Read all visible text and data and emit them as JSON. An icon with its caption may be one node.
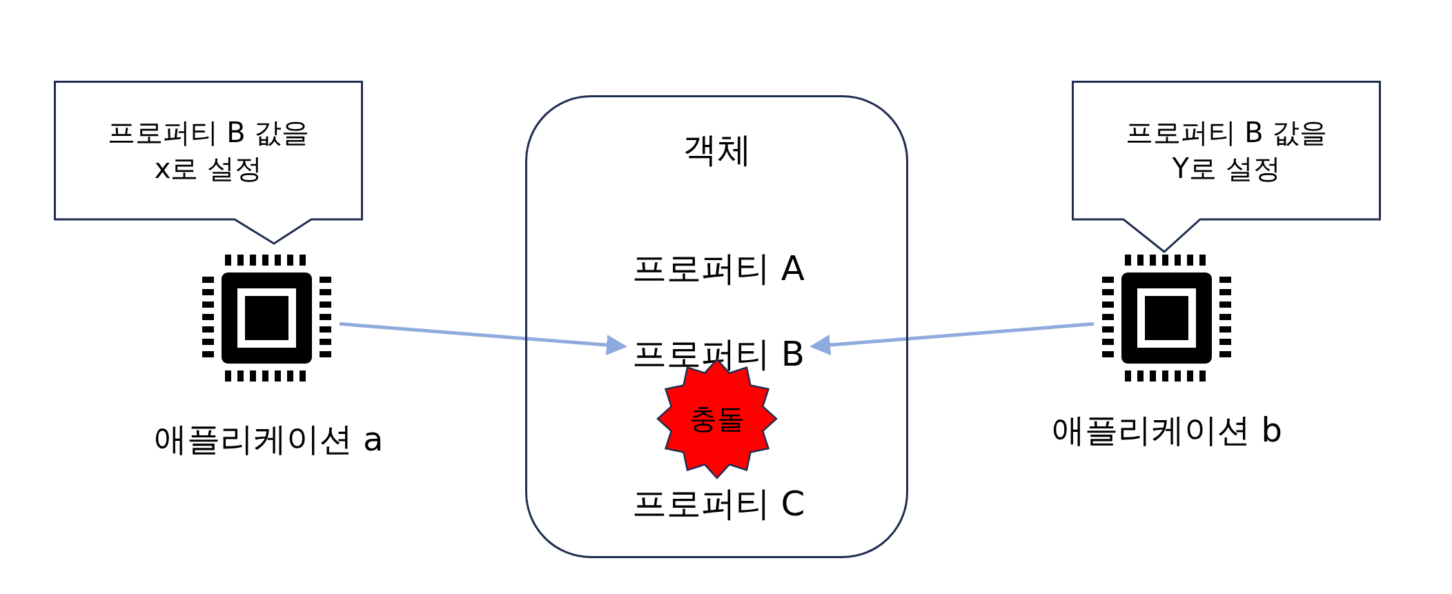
{
  "diagram": {
    "nodes": [
      {
        "text": [
          "프로퍼티 B 값을 x로 설정"
        ]
      },
      {
        "text": [],
        "shape": "chip",
        "beside": [
          "애플리케이션 a"
        ]
      },
      {
        "text": [
          "객체"
        ]
      },
      {
        "text": [
          "프로퍼티 A"
        ],
        "in": 2
      },
      {
        "text": [
          "프로퍼티 B"
        ],
        "in": 2
      },
      {
        "text": [
          "충돌"
        ],
        "in": 2
      },
      {
        "text": [
          "프로퍼티 C"
        ],
        "in": 2
      },
      {
        "text": [
          "프로퍼티 B 값을 Y로 설정"
        ]
      },
      {
        "text": [],
        "shape": "chip",
        "beside": [
          "애플리케이션 b"
        ]
      }
    ],
    "edges": [
      {
        "from": 1,
        "to": 4,
        "arrow": "to"
      },
      {
        "from": 8,
        "to": 4,
        "arrow": "to"
      }
    ]
  }
}
